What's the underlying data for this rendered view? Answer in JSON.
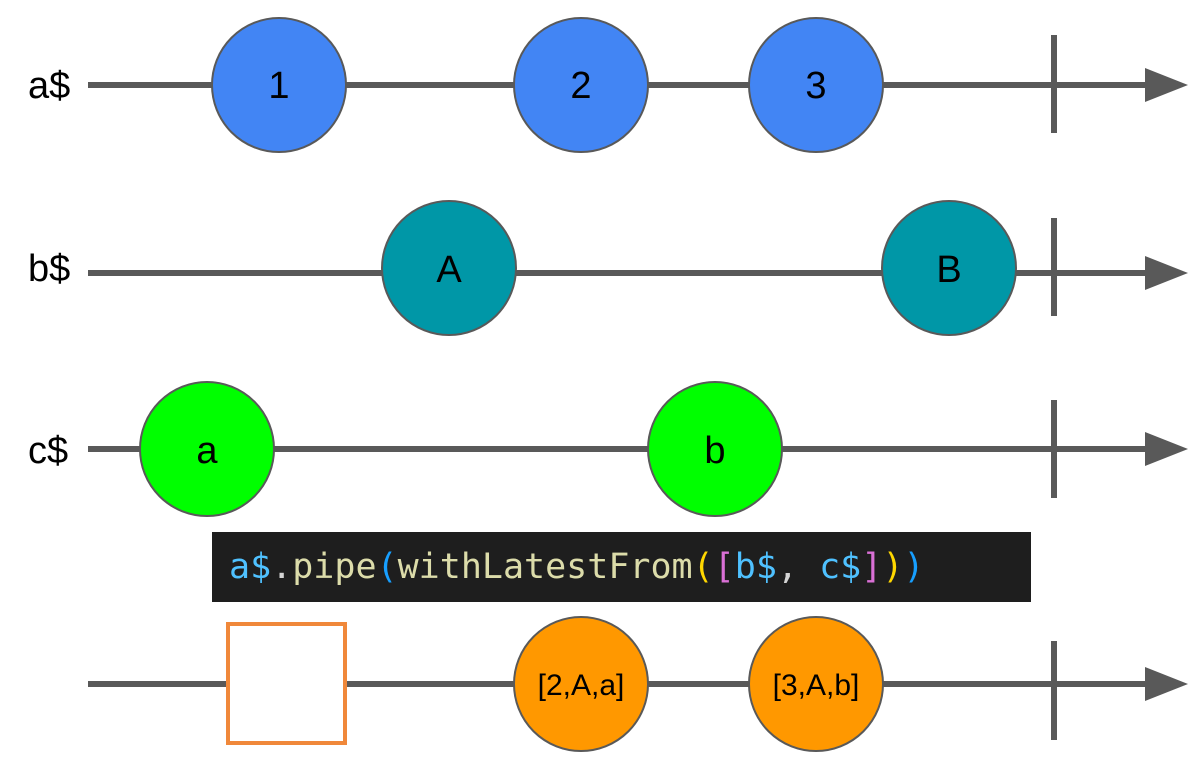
{
  "streams": [
    {
      "label": "a$",
      "marbles": [
        {
          "text": "1",
          "color": "#4285f4"
        },
        {
          "text": "2",
          "color": "#4285f4"
        },
        {
          "text": "3",
          "color": "#4285f4"
        }
      ]
    },
    {
      "label": "b$",
      "marbles": [
        {
          "text": "A",
          "color": "#0097a7"
        },
        {
          "text": "B",
          "color": "#0097a7"
        }
      ]
    },
    {
      "label": "c$",
      "marbles": [
        {
          "text": "a",
          "color": "#00ff00"
        },
        {
          "text": "b",
          "color": "#00ff00"
        }
      ]
    },
    {
      "label": "",
      "marbles": [
        {
          "text": "[2,A,a]",
          "color": "#ff9800"
        },
        {
          "text": "[3,A,b]",
          "color": "#ff9800"
        }
      ]
    }
  ],
  "operator": {
    "var": "a$",
    "dot": ".",
    "pipe": "pipe",
    "paren_open": "(",
    "fn": "withLatestFrom",
    "paren2_open": "(",
    "bracket_open": "[",
    "arg1": "b$",
    "comma": ", ",
    "arg2": "c$",
    "bracket_close": "]",
    "paren2_close": ")",
    "paren_close": ")"
  },
  "colors": {
    "line": "#595959",
    "empty_marker": "#f0883a",
    "code_bg": "#1e1e1e"
  }
}
